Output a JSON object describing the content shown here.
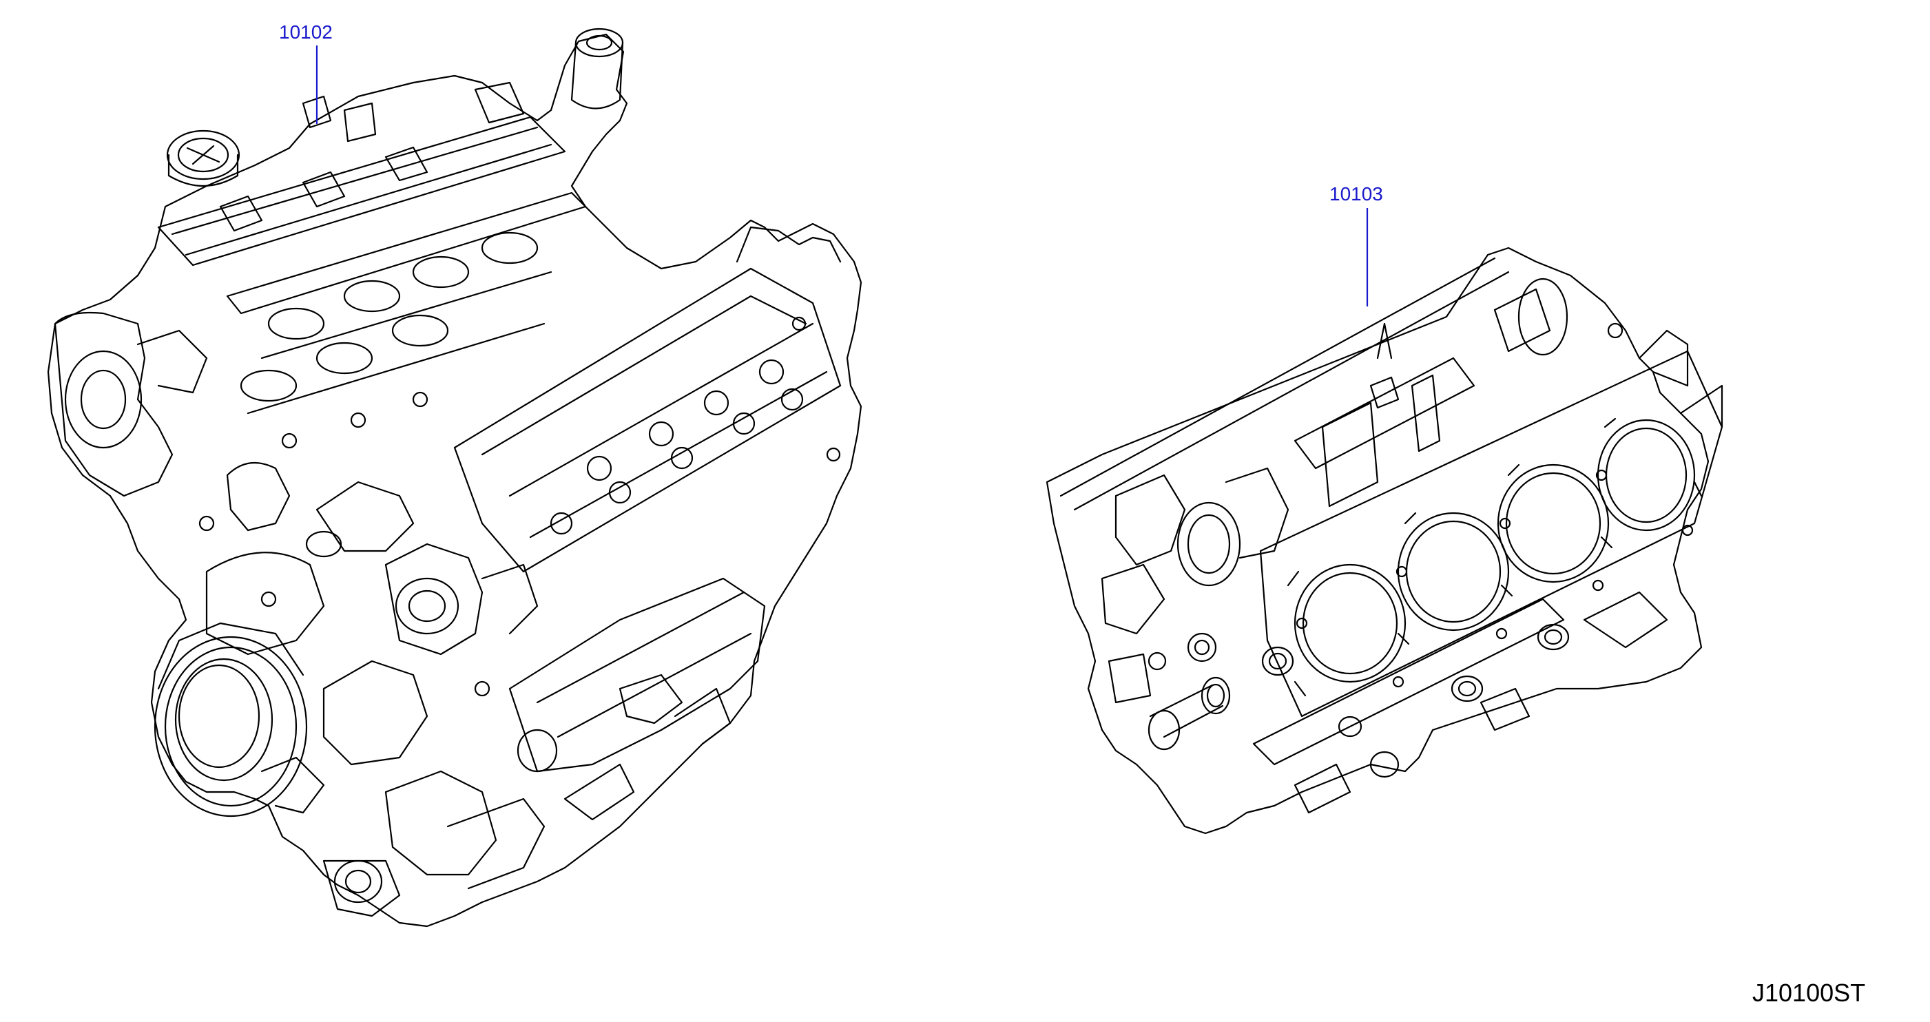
{
  "callouts": [
    {
      "part_number": "10102"
    },
    {
      "part_number": "10103"
    }
  ],
  "diagram_code": "J10100ST",
  "colors": {
    "callout_text": "#1a1acc",
    "leader_line": "#1a1acc",
    "line_art": "#000000",
    "code_text": "#000000",
    "background": "#ffffff"
  }
}
